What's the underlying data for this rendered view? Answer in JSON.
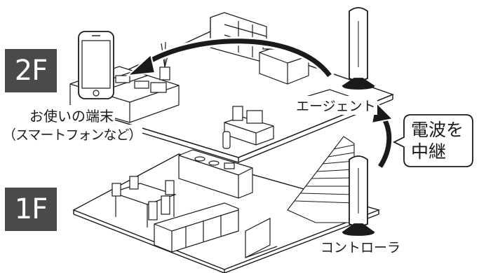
{
  "floors": {
    "upper": "2F",
    "lower": "1F"
  },
  "labels": {
    "device": "お使いの端末",
    "device_sub": "（スマートフォンなど）",
    "agent": "エージェント",
    "controller": "コントローラ"
  },
  "callout": {
    "line1": "電波を",
    "line2": "中継"
  },
  "colors": {
    "badge": "#4a4a4a",
    "line": "#1a1a1a",
    "background": "#ffffff"
  }
}
